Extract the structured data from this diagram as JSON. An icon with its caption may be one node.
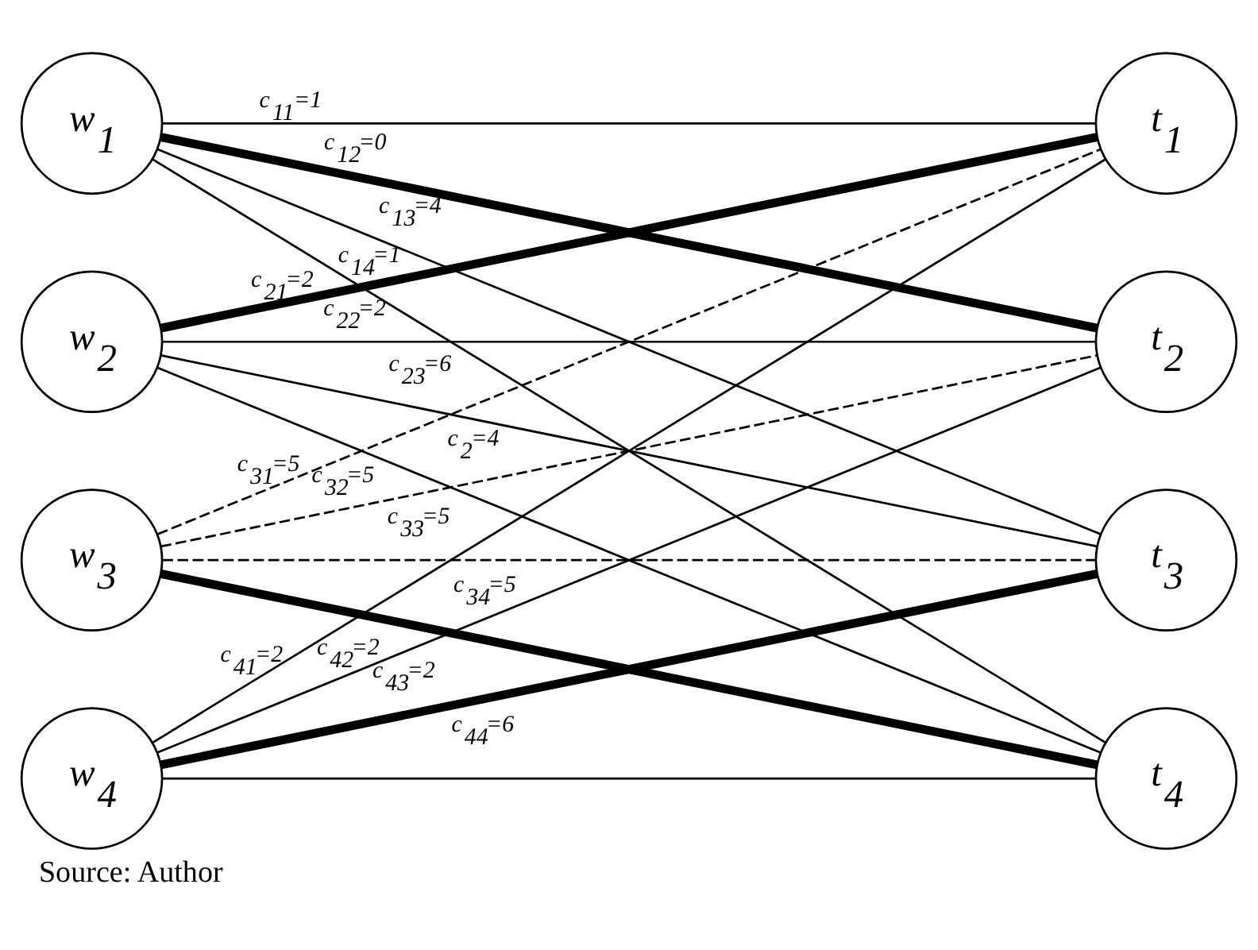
{
  "diagram": {
    "caption": "Source: Author",
    "nodes": [
      {
        "text": [
          "w$_{1}$"
        ]
      },
      {
        "text": [
          "w$_{2}$"
        ]
      },
      {
        "text": [
          "w$_{3}$"
        ]
      },
      {
        "text": [
          "w$_{4}$"
        ]
      },
      {
        "text": [
          "t$_{1}$"
        ]
      },
      {
        "text": [
          "t$_{2}$"
        ]
      },
      {
        "text": [
          "t$_{3}$"
        ]
      },
      {
        "text": [
          "t$_{4}$"
        ]
      }
    ],
    "edges": [
      {
        "from": 0,
        "to": 4,
        "arrow": "none",
        "label": "c$_{11}$=1"
      },
      {
        "from": 0,
        "to": 5,
        "arrow": "none",
        "label": "c$_{12}$=0",
        "style": "thick"
      },
      {
        "from": 0,
        "to": 6,
        "arrow": "none",
        "label": "c$_{13}$=4"
      },
      {
        "from": 0,
        "to": 7,
        "arrow": "none",
        "label": "c$_{14}$=1"
      },
      {
        "from": 1,
        "to": 4,
        "arrow": "none",
        "label": "c$_{21}$=2",
        "style": "thick"
      },
      {
        "from": 1,
        "to": 5,
        "arrow": "none",
        "label": "c$_{22}$=2"
      },
      {
        "from": 1,
        "to": 6,
        "arrow": "none",
        "label": "c$_{23}$=6"
      },
      {
        "from": 1,
        "to": 7,
        "arrow": "none",
        "label": "c$_{2}$=4"
      },
      {
        "from": 2,
        "to": 4,
        "arrow": "none",
        "label": "c$_{31}$=5",
        "style": "dashed"
      },
      {
        "from": 2,
        "to": 5,
        "arrow": "none",
        "label": "c$_{32}$=5",
        "style": "dashed"
      },
      {
        "from": 2,
        "to": 6,
        "arrow": "none",
        "label": "c$_{33}$=5",
        "style": "dashed"
      },
      {
        "from": 2,
        "to": 7,
        "arrow": "none",
        "label": "c$_{34}$=5",
        "style": "thick"
      },
      {
        "from": 3,
        "to": 4,
        "arrow": "none",
        "label": "c$_{41}$=2"
      },
      {
        "from": 3,
        "to": 5,
        "arrow": "none",
        "label": "c$_{42}$=2"
      },
      {
        "from": 3,
        "to": 6,
        "arrow": "none",
        "label": "c$_{43}$=2",
        "style": "thick"
      },
      {
        "from": 3,
        "to": 7,
        "arrow": "none",
        "label": "c$_{44}$=6"
      }
    ]
  }
}
